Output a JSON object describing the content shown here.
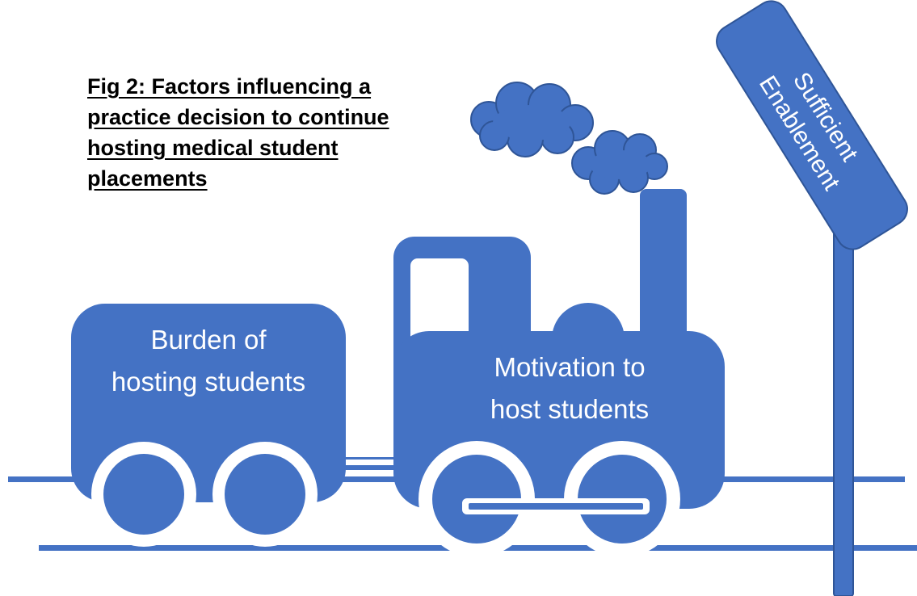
{
  "title": "Fig 2: Factors influencing a\npractice decision to continue\nhosting medical student\nplacements",
  "wagon_label": [
    "Burden of",
    "hosting students"
  ],
  "engine_label": [
    "Motivation to",
    "host students"
  ],
  "sign_label": [
    "Sufficient",
    "Enablement"
  ],
  "colors": {
    "shape_fill": "#4472C4",
    "shape_stroke": "#2F5597",
    "text": "#ffffff"
  }
}
